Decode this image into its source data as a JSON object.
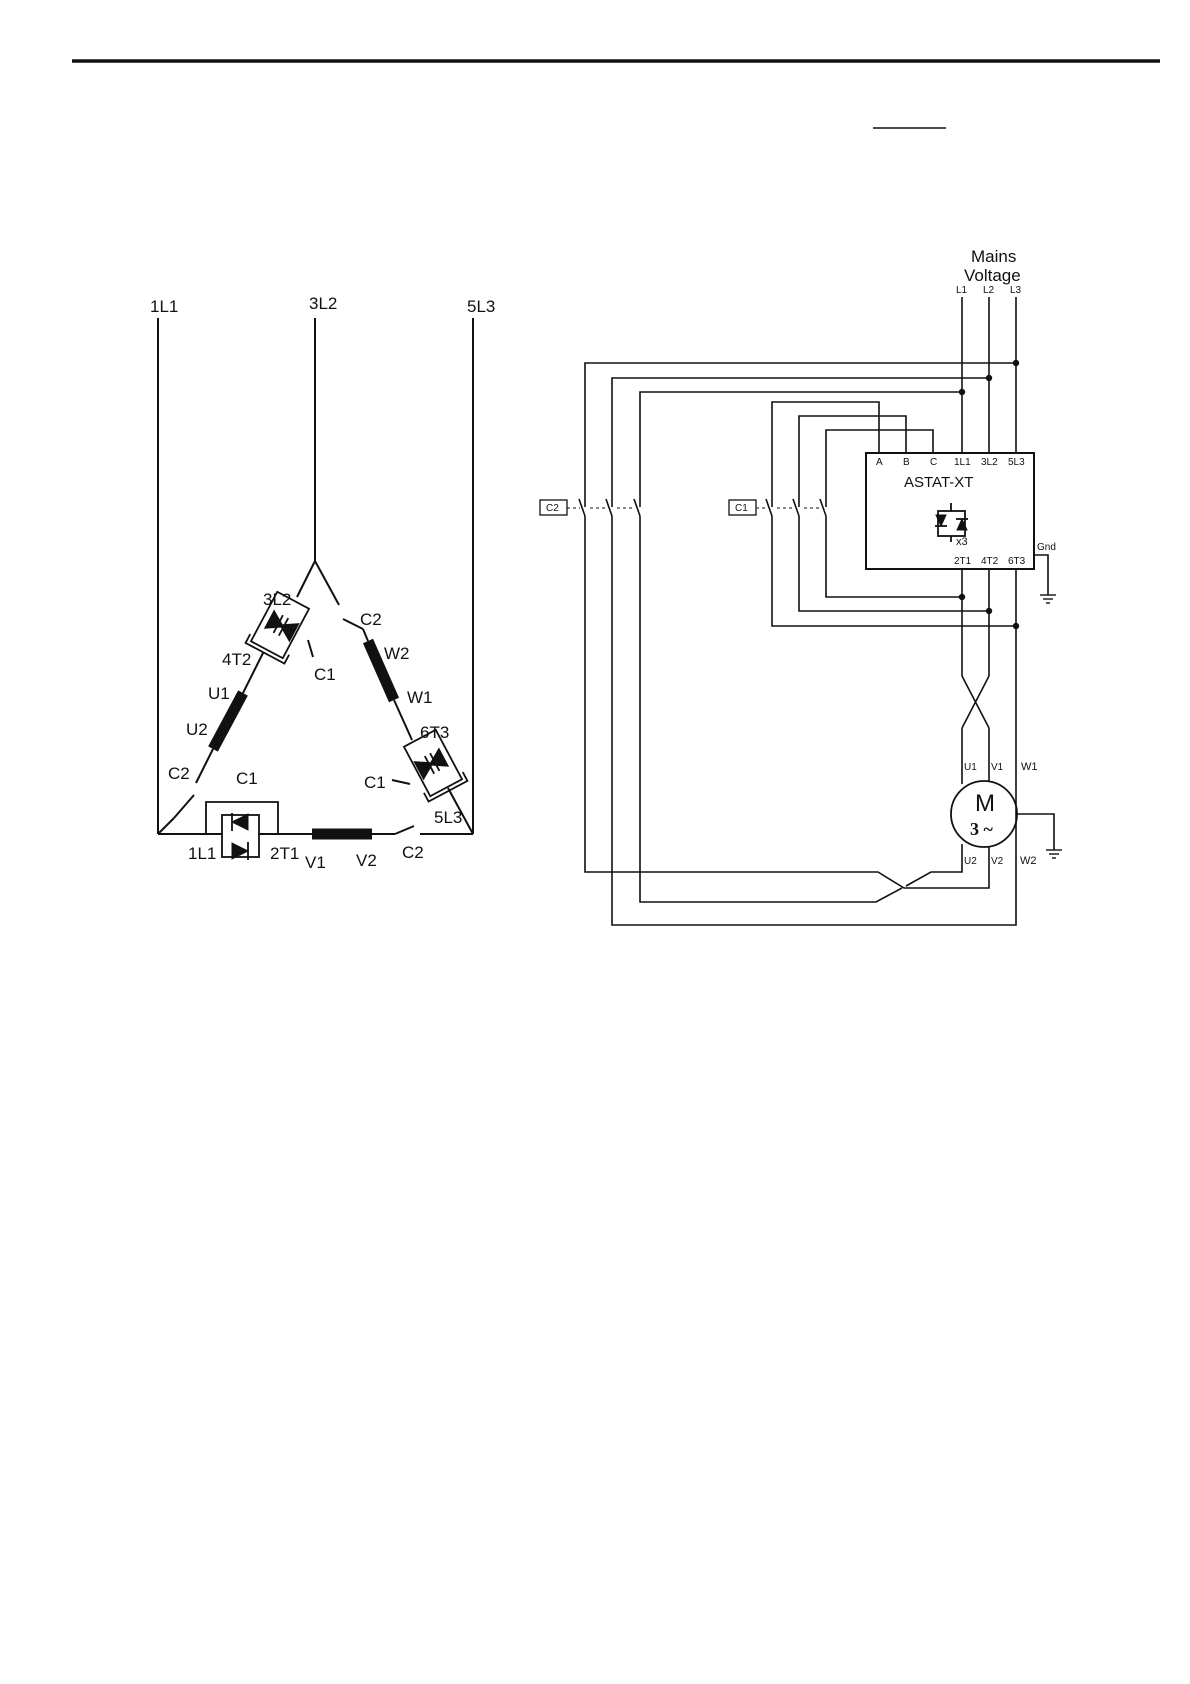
{
  "left_diagram": {
    "line_labels": [
      "1L1",
      "3L2",
      "5L3"
    ],
    "top_scr": {
      "line": "3L2",
      "terminal": "4T2",
      "contactor": "C1"
    },
    "right_scr": {
      "line": "5L3",
      "terminal": "6T3",
      "contactor": "C1"
    },
    "bottom_scr": {
      "line": "1L1",
      "terminal": "2T1",
      "contactor": "C1"
    },
    "windings": {
      "left": {
        "start": "U1",
        "end": "U2"
      },
      "right": {
        "start": "W2",
        "end": "W1"
      },
      "bottom": {
        "start": "V1",
        "end": "V2"
      }
    },
    "c2_labels": [
      "C2",
      "C2",
      "C2"
    ]
  },
  "right_diagram": {
    "mains_title_line1": "Mains",
    "mains_title_line2": "Voltage",
    "phases": [
      "L1",
      "L2",
      "L3"
    ],
    "unit_name": "ASTAT-XT",
    "unit_top_terminals": [
      "A",
      "B",
      "C",
      "1L1",
      "3L2",
      "5L3"
    ],
    "unit_bottom_terminals": [
      "2T1",
      "4T2",
      "6T3"
    ],
    "thyristor_count": "x3",
    "ground_label": "Gnd",
    "contactor_c1": "C1",
    "contactor_c2": "C2",
    "motor": {
      "symbol": "M",
      "phases": "3 ~",
      "top_terminals": [
        "U1",
        "V1",
        "W1"
      ],
      "bottom_terminals": [
        "U2",
        "V2",
        "W2"
      ]
    }
  }
}
